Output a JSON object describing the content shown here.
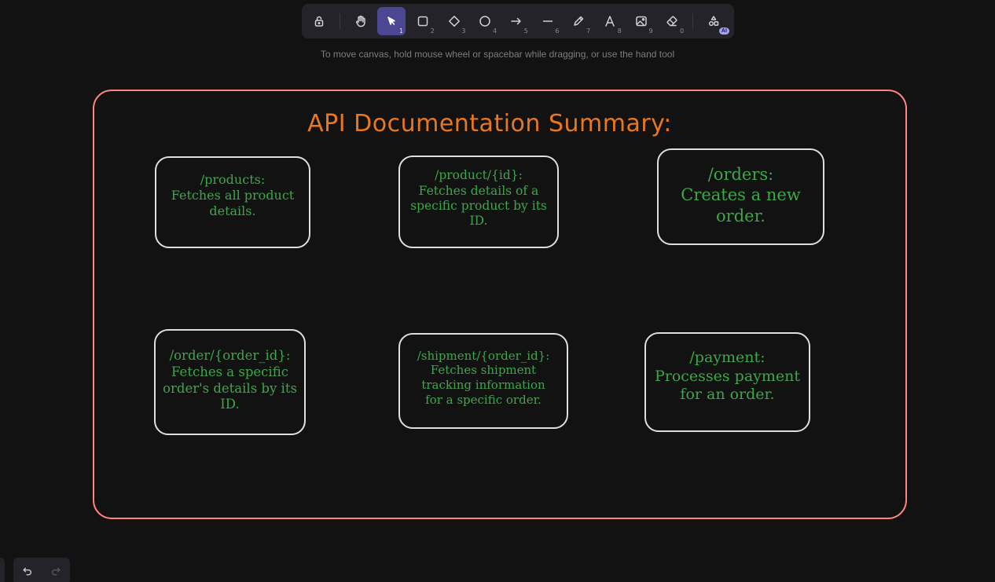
{
  "toolbar": {
    "tools": [
      {
        "name": "lock",
        "key": ""
      },
      {
        "name": "hand",
        "key": ""
      },
      {
        "name": "selection",
        "key": "1"
      },
      {
        "name": "rectangle",
        "key": "2"
      },
      {
        "name": "diamond",
        "key": "3"
      },
      {
        "name": "ellipse",
        "key": "4"
      },
      {
        "name": "arrow",
        "key": "5"
      },
      {
        "name": "line",
        "key": "6"
      },
      {
        "name": "draw",
        "key": "7"
      },
      {
        "name": "text",
        "key": "8"
      },
      {
        "name": "image",
        "key": "9"
      },
      {
        "name": "eraser",
        "key": "0"
      },
      {
        "name": "more-shapes",
        "key": ""
      }
    ],
    "active_tool": "selection",
    "ai_badge": "AI"
  },
  "hint": "To move canvas, hold mouse wheel or spacebar while dragging, or use the hand tool",
  "canvas": {
    "frame_color": "#ff8383",
    "title": "API Documentation Summary:",
    "title_color": "#e8771e",
    "text_color": "#3ea64a",
    "cards": [
      {
        "text": "/products:\nFetches all product\ndetails."
      },
      {
        "text": "/product/{id}:\nFetches details of a\nspecific product by its\nID."
      },
      {
        "text": "/orders:\nCreates a new\norder."
      },
      {
        "text": "/order/{order_id}:\nFetches a specific\norder's details by its\nID."
      },
      {
        "text": "/shipment/{order_id}:\nFetches shipment\ntracking information\nfor a specific order."
      },
      {
        "text": "/payment:\nProcesses payment\nfor an order."
      }
    ]
  },
  "footer": {
    "undo_label": "Undo",
    "redo_label": "Redo"
  }
}
